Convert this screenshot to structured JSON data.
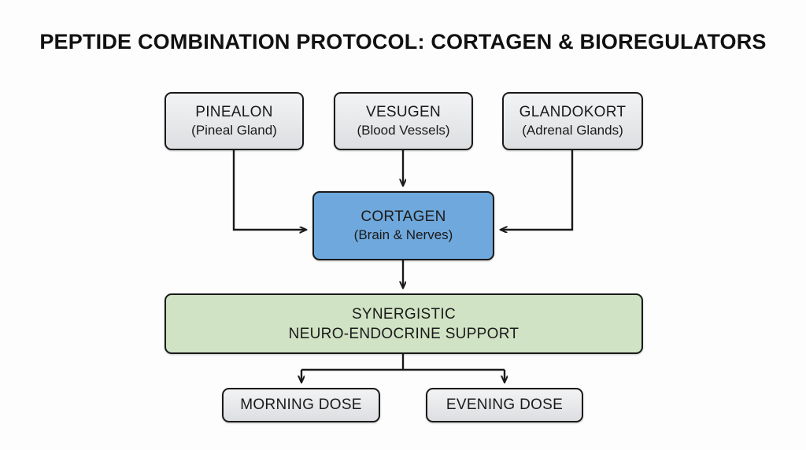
{
  "page": {
    "title": "PEPTIDE COMBINATION PROTOCOL: CORTAGEN & BIOREGULATORS",
    "background_color": "#fdfdfd"
  },
  "colors": {
    "node_gray": "#e6e8ea",
    "node_blue": "#6fa8dc",
    "node_green": "#d0e3c4",
    "stroke": "#1a1a1a",
    "text": "#1a1a1a"
  },
  "nodes": {
    "pinealon": {
      "title": "PINEALON",
      "subtitle": "(Pineal Gland)",
      "fill": "#e6e8ea"
    },
    "vesugen": {
      "title": "VESUGEN",
      "subtitle": "(Blood Vessels)",
      "fill": "#e6e8ea"
    },
    "glandokort": {
      "title": "GLANDOKORT",
      "subtitle": "(Adrenal Glands)",
      "fill": "#e6e8ea"
    },
    "cortagen": {
      "title": "CORTAGEN",
      "subtitle": "(Brain & Nerves)",
      "fill": "#6fa8dc"
    },
    "synergy": {
      "line1": "SYNERGISTIC",
      "line2": "NEURO-ENDOCRINE SUPPORT",
      "fill": "#d0e3c4"
    },
    "morning": {
      "title": "MORNING DOSE",
      "fill": "#e6e8ea"
    },
    "evening": {
      "title": "EVENING DOSE",
      "fill": "#e6e8ea"
    }
  },
  "edges": [
    {
      "id": "pinealon-to-cortagen",
      "from": "pinealon",
      "to": "cortagen",
      "style": "elbow-down-right"
    },
    {
      "id": "vesugen-to-cortagen",
      "from": "vesugen",
      "to": "cortagen",
      "style": "straight-down"
    },
    {
      "id": "glandokort-to-cortagen",
      "from": "glandokort",
      "to": "cortagen",
      "style": "elbow-down-left"
    },
    {
      "id": "cortagen-to-synergy",
      "from": "cortagen",
      "to": "synergy",
      "style": "straight-down"
    },
    {
      "id": "synergy-to-morning",
      "from": "synergy",
      "to": "morning",
      "style": "split-down-left"
    },
    {
      "id": "synergy-to-evening",
      "from": "synergy",
      "to": "evening",
      "style": "split-down-right"
    }
  ]
}
